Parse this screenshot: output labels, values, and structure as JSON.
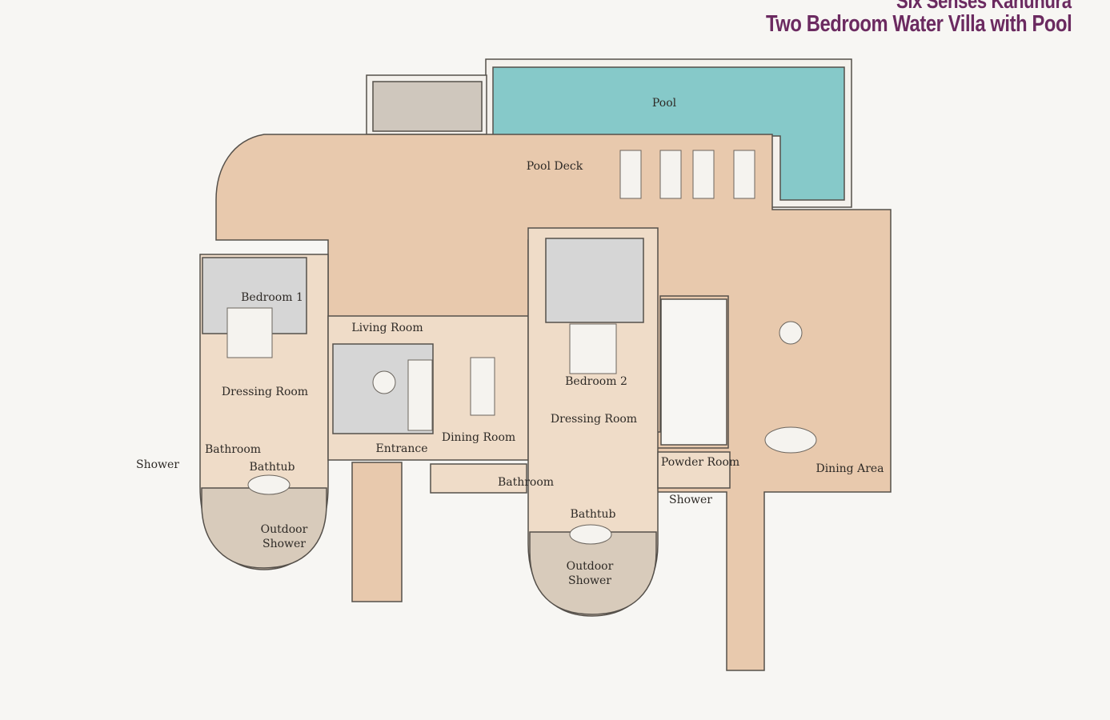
{
  "header": {
    "brand": "Six Senses Kanuhura",
    "title": "Two Bedroom Water Villa with Pool"
  },
  "colors": {
    "title": "#6b2a60",
    "deck": "#e8c9ad",
    "interior": "#efdcc8",
    "pool": "#86c9c9",
    "carpet": "#d6d6d6",
    "walls": "#55504a"
  },
  "rooms": [
    {
      "id": "pool",
      "label": "Pool"
    },
    {
      "id": "pool-deck",
      "label": "Pool Deck"
    },
    {
      "id": "bedroom-1",
      "label": "Bedroom 1"
    },
    {
      "id": "living-room",
      "label": "Living Room"
    },
    {
      "id": "bedroom-2",
      "label": "Bedroom 2"
    },
    {
      "id": "dressing-room-1",
      "label": "Dressing Room"
    },
    {
      "id": "dressing-room-2",
      "label": "Dressing Room"
    },
    {
      "id": "bathroom-1",
      "label": "Bathroom"
    },
    {
      "id": "bathtub-1",
      "label": "Bathtub"
    },
    {
      "id": "shower-1",
      "label": "Shower"
    },
    {
      "id": "entrance",
      "label": "Entrance"
    },
    {
      "id": "dining-room",
      "label": "Dining Room"
    },
    {
      "id": "powder-room",
      "label": "Powder Room"
    },
    {
      "id": "dining-area",
      "label": "Dining Area"
    },
    {
      "id": "bathroom-2",
      "label": "Bathroom"
    },
    {
      "id": "shower-2",
      "label": "Shower"
    },
    {
      "id": "bathtub-2",
      "label": "Bathtub"
    },
    {
      "id": "outdoor-shower-1",
      "label": "Outdoor Shower"
    },
    {
      "id": "outdoor-shower-2",
      "label": "Outdoor Shower"
    }
  ]
}
